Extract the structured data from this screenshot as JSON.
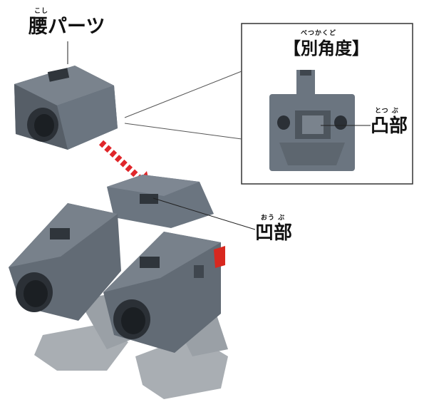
{
  "labels": {
    "waist_ruby": "こし",
    "waist_parts": "腰パーツ",
    "angle_ruby": "べつかくど",
    "alt_angle": "【別角度】",
    "convex_ruby": "とつ ぶ",
    "convex": "凸部",
    "concave_ruby": "おう ぶ",
    "concave": "凹部"
  },
  "colors": {
    "part_gray": "#6b7580",
    "part_dark": "#3f464e",
    "leg_light": "#a9aeb3",
    "arrow_red": "#e0262a",
    "accent_red": "#d8281f",
    "inset_border": "#333333"
  }
}
